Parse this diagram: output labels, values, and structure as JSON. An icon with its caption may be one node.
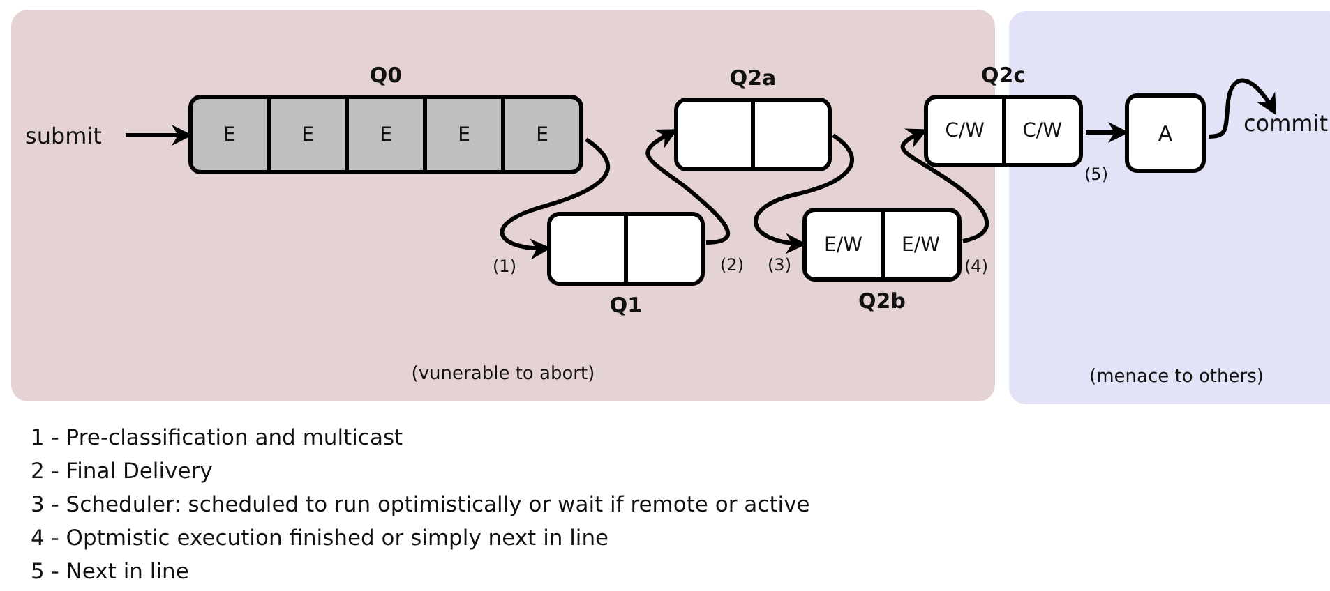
{
  "diagram": {
    "nodes": [
      {
        "text": [
          "(vunerable to abort)"
        ]
      },
      {
        "text": [
          "(menace to others)"
        ]
      },
      {
        "text": [
          "submit"
        ],
        "in": 0
      },
      {
        "text": [
          "Q0"
        ],
        "in": 0
      },
      {
        "text": [
          "E"
        ],
        "in": 3
      },
      {
        "text": [
          "E"
        ],
        "in": 3
      },
      {
        "text": [
          "E"
        ],
        "in": 3
      },
      {
        "text": [
          "E"
        ],
        "in": 3
      },
      {
        "text": [
          "E"
        ],
        "in": 3
      },
      {
        "text": [
          "Q2a"
        ],
        "in": 0
      },
      {
        "text": [],
        "shape": "box",
        "in": 9
      },
      {
        "text": [],
        "shape": "box",
        "in": 9
      },
      {
        "text": [
          "Q2c"
        ]
      },
      {
        "text": [
          "C/W"
        ]
      },
      {
        "text": [
          "C/W"
        ],
        "in": 12
      },
      {
        "text": [
          "A"
        ],
        "in": 1
      },
      {
        "text": [
          "commit"
        ],
        "in": 1
      },
      {
        "text": [
          "Q1"
        ],
        "in": 0
      },
      {
        "text": [],
        "shape": "box",
        "in": 17
      },
      {
        "text": [],
        "shape": "box",
        "in": 17
      },
      {
        "text": [
          "Q2b"
        ],
        "in": 0
      },
      {
        "text": [
          "E/W"
        ],
        "in": 20
      },
      {
        "text": [
          "E/W"
        ],
        "in": 20
      }
    ],
    "edges": [
      {
        "from": 2,
        "to": 3,
        "arrow": "to"
      },
      {
        "from": 3,
        "to": 17,
        "arrow": "to",
        "label": "(1)"
      },
      {
        "from": 17,
        "to": 9,
        "arrow": "to",
        "label": "(2)"
      },
      {
        "from": 9,
        "to": 20,
        "arrow": "to",
        "label": "(3)"
      },
      {
        "from": 20,
        "to": 12,
        "arrow": "to",
        "label": "(4)"
      },
      {
        "from": 12,
        "to": 15,
        "arrow": "to",
        "label": "(5)"
      },
      {
        "from": 15,
        "to": 16,
        "arrow": "to"
      }
    ],
    "labels": [
      "1 - Pre-classification and multicast",
      "2 - Final Delivery",
      "3 - Scheduler: scheduled to run optimistically or wait if remote or active",
      "4 - Optmistic execution finished or simply next in line",
      "5 - Next in line"
    ]
  }
}
